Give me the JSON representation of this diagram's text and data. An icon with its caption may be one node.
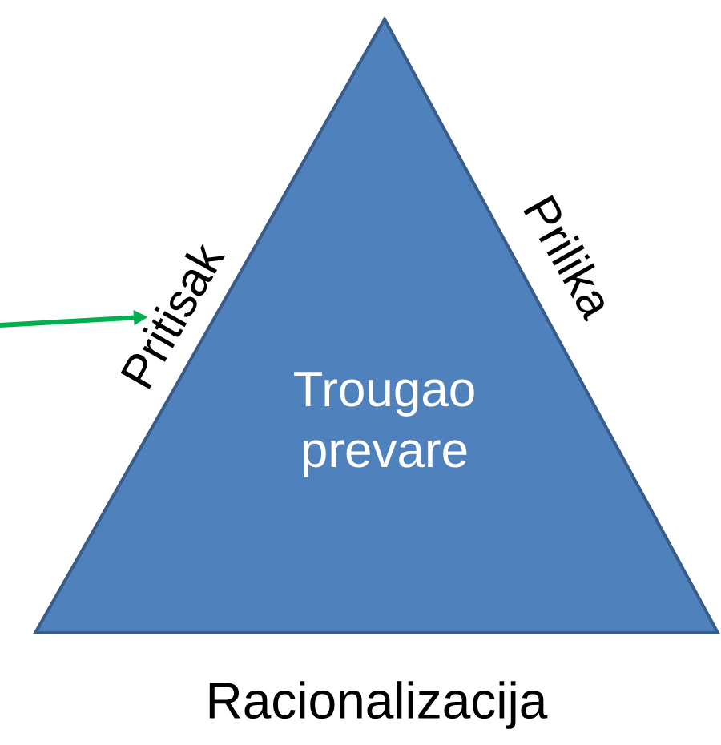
{
  "diagram": {
    "nodes": [
      {
        "text": [
          "Trougao prevare"
        ]
      },
      {
        "text": [
          "Pritisak"
        ]
      }
    ],
    "edges": [
      {
        "from": null,
        "to": 1,
        "arrow": "to",
        "color": "#00b050"
      }
    ],
    "labels": [
      "Prilika",
      "Racionalizacija"
    ]
  }
}
